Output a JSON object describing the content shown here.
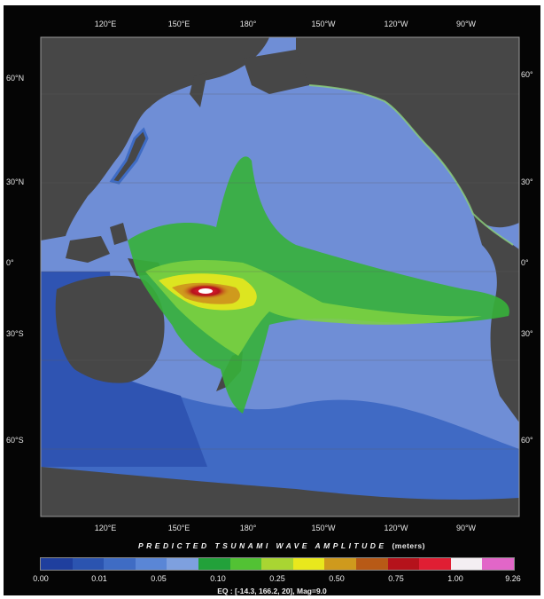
{
  "map": {
    "legend_title": "PREDICTED TSUNAMI WAVE AMPLITUDE",
    "legend_units": "(meters)",
    "legend_labels": [
      "0.00",
      "0.01",
      "0.05",
      "0.10",
      "0.25",
      "0.50",
      "0.75",
      "1.00",
      "9.26"
    ],
    "colorbar_colors": [
      "#1f3f9e",
      "#2b54b0",
      "#3f6cc4",
      "#5a86d6",
      "#7ea0df",
      "#22a13a",
      "#52c234",
      "#a9d532",
      "#e9e81d",
      "#cf9a1d",
      "#b85a16",
      "#b5121b",
      "#e01e33",
      "#f4eef2",
      "#e266c8"
    ],
    "caption": "EQ : [-14.3, 166.2, 20], Mag=9.0",
    "top_axis_labels": [
      "120°E",
      "150°E",
      "180°",
      "150°W",
      "120°W",
      "90°W"
    ],
    "bottom_axis_labels": [
      "120°E",
      "150°E",
      "180°",
      "150°W",
      "120°W",
      "90°W"
    ],
    "left_axis_labels": [
      "60°N",
      "30°N",
      "0°",
      "30°S",
      "60°S"
    ],
    "right_axis_labels": [
      "60°",
      "30°",
      "0°",
      "30°",
      "60°"
    ],
    "colors": {
      "land": "#474747",
      "ocean": "#6f8ed6",
      "deep_ocean": "#2f54b2",
      "background": "#050505"
    }
  }
}
